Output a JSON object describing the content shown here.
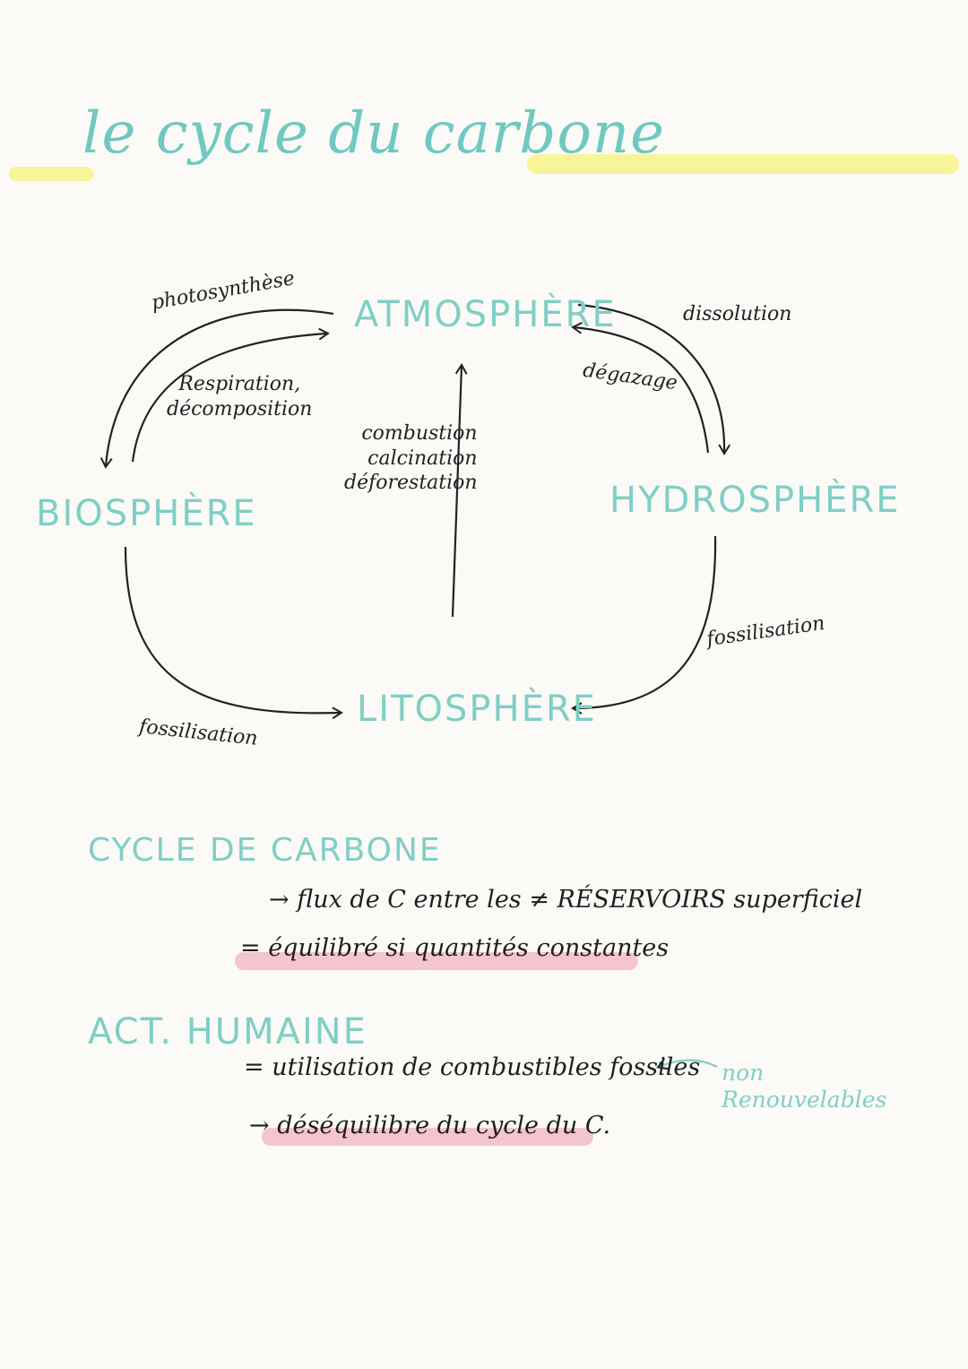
{
  "title": "le cycle du carbone",
  "diagram": {
    "nodes": {
      "atmosphere": "ATMOSPHÈRE",
      "biosphere": "BIOSPHÈRE",
      "hydrosphere": "HYDROSPHÈRE",
      "lithosphere": "LITOSPHÈRE"
    },
    "labels": {
      "photosynthese": "photosynthèse",
      "respiration_line1": "Respiration,",
      "respiration_line2": "décomposition",
      "combustion_line1": "combustion",
      "combustion_line2": "calcination",
      "combustion_line3": "déforestation",
      "dissolution": "dissolution",
      "degazage": "dégazage",
      "fossilisation_left": "fossilisation",
      "fossilisation_right": "fossilisation"
    }
  },
  "section1": {
    "heading": "CYCLE DE CARBONE",
    "line1": "→ flux de C entre les ≠ RÉSERVOIRS superficiel",
    "line2": "= équilibré si quantités constantes"
  },
  "section2": {
    "heading": "ACT. HUMAINE",
    "line1": "= utilisation de combustibles fossiles",
    "arrow": "←",
    "side_note_line1": "non",
    "side_note_line2": "Renouvelables",
    "line2": "→ déséquilibre du cycle du C."
  },
  "colors": {
    "teal": "#7fcfc6",
    "highlight_yellow": "#f7f28a",
    "highlight_pink": "#f4b8c2",
    "ink": "#222222"
  }
}
